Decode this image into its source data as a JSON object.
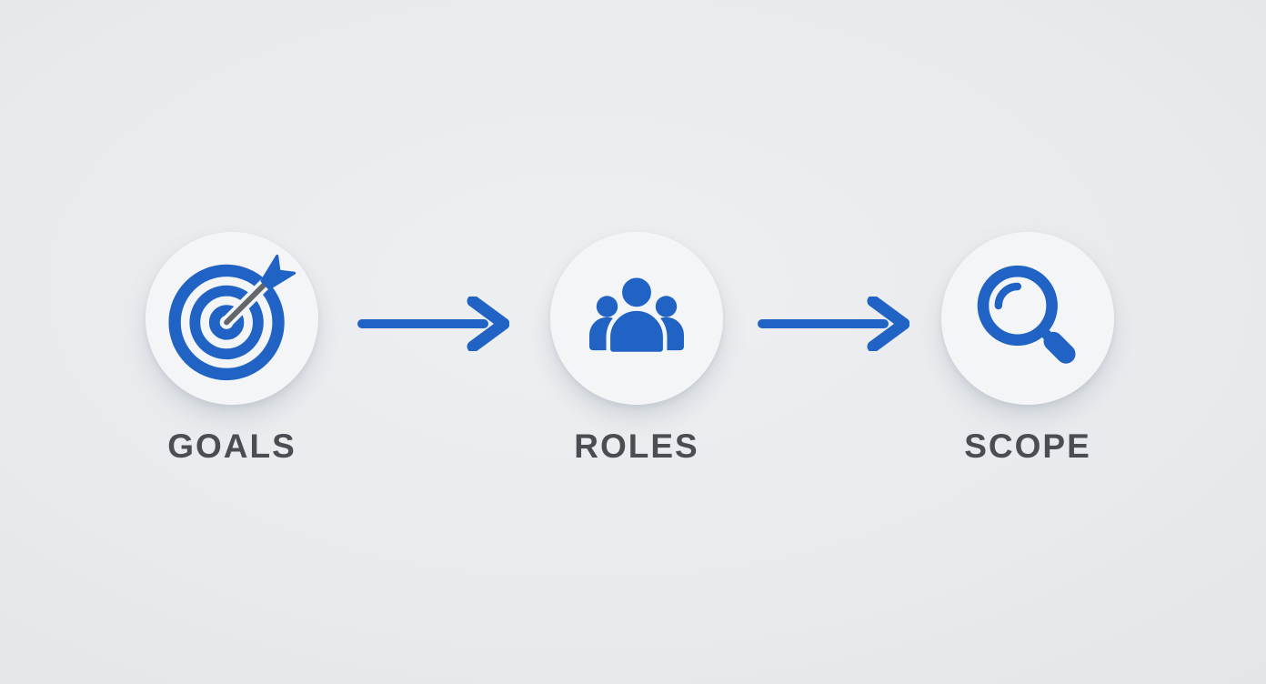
{
  "diagram": {
    "steps": [
      {
        "label": "GOALS",
        "icon": "target-icon"
      },
      {
        "label": "ROLES",
        "icon": "team-icon"
      },
      {
        "label": "SCOPE",
        "icon": "magnifier-icon"
      }
    ],
    "connectors": [
      {
        "type": "arrow-right"
      },
      {
        "type": "arrow-right"
      }
    ],
    "colors": {
      "accent": "#2063c4",
      "label": "#4a4e53",
      "circle": "#f4f5f6",
      "bg": "#e8eaed",
      "bg_light": "#edeff1",
      "bg_dark": "#e3e5e9",
      "arrow_shaft_gray": "#63676c"
    }
  }
}
